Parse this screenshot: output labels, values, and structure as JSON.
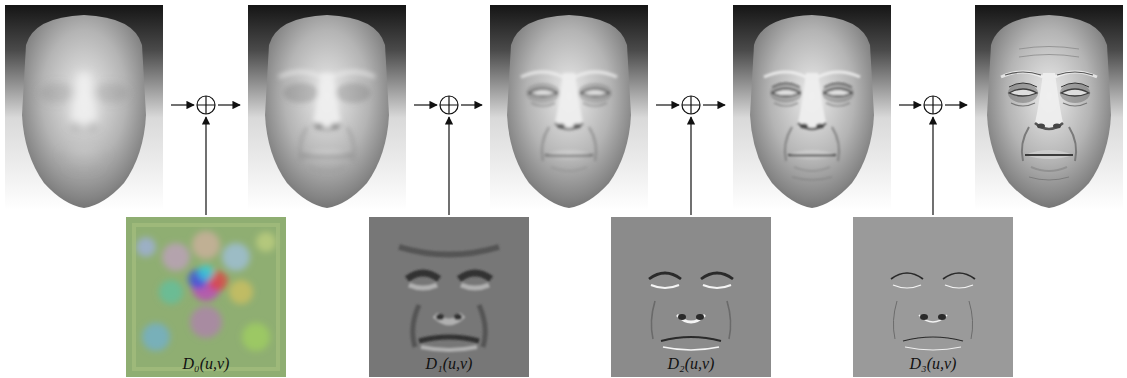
{
  "diagram": {
    "nodes": [
      {
        "text": [
          "D₀(u,v)"
        ]
      },
      {
        "text": [
          "D₁(u,v)"
        ]
      },
      {
        "text": [
          "D₂(u,v)"
        ]
      },
      {
        "text": [
          "D₃(u,v)"
        ]
      }
    ]
  }
}
